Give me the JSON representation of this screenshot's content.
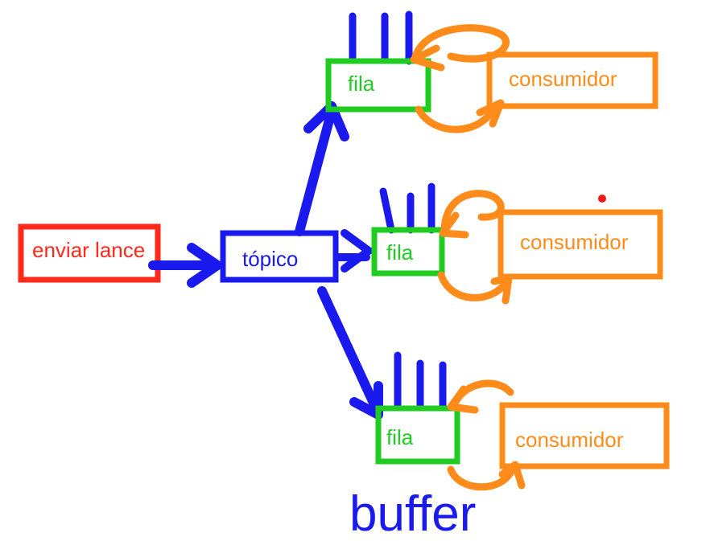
{
  "diagram": {
    "sender": {
      "label": "enviar lance",
      "color": "#ff2a1a"
    },
    "topic": {
      "label": "tópico",
      "color": "#1a1aee"
    },
    "queues": [
      {
        "label": "fila"
      },
      {
        "label": "fila"
      },
      {
        "label": "fila"
      }
    ],
    "consumers": [
      {
        "label": "consumidor"
      },
      {
        "label": "consumidor"
      },
      {
        "label": "consumidor"
      }
    ],
    "queue_color": "#1fcc1f",
    "consumer_color": "#ff8c1a",
    "arrow_color": "#1a1aee",
    "footer_label": "buffer"
  }
}
